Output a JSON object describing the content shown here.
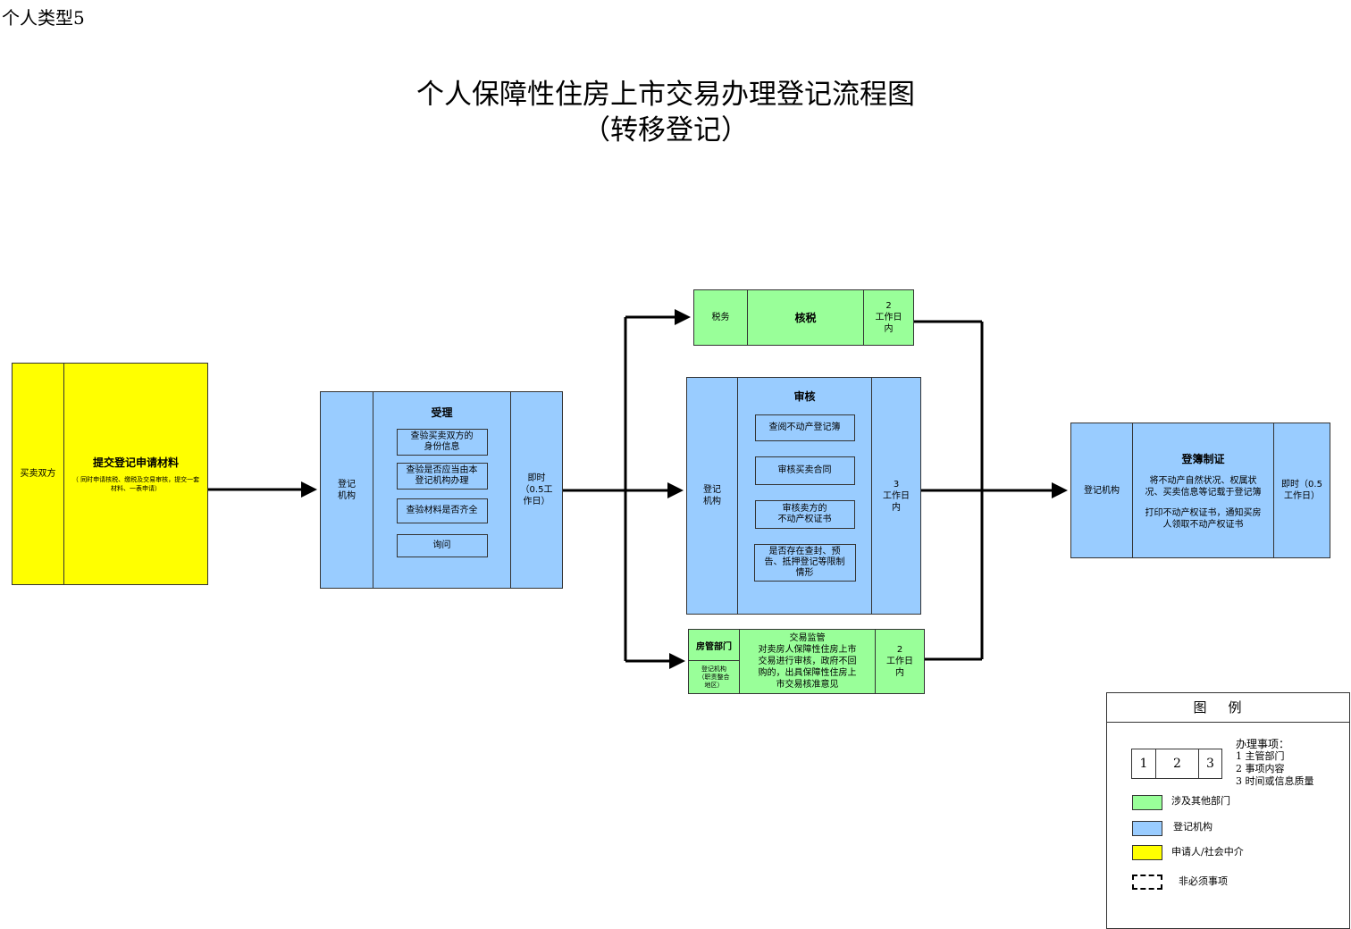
{
  "doc_label": "个人类型5",
  "title": "个人保障性住房上市交易办理登记流程图",
  "subtitle": "（转移登记）",
  "step1": {
    "col1": "买卖双方",
    "title": "提交登记申请材料",
    "note": "（ 同时申请核税、缴税及交易审核，提交一套材料、一表申请）"
  },
  "step2": {
    "col1": "登记\n机构",
    "title": "受理",
    "items": [
      "查验买卖双方的\n身份信息",
      "查验是否应当由本\n登记机构办理",
      "查验材料是否齐全",
      "询问"
    ],
    "col3": "即时\n（0.5工\n作日）"
  },
  "tax": {
    "col1": "税务",
    "title": "核税",
    "col3": "2\n工作日\n内"
  },
  "review": {
    "col1": "登记\n机构",
    "title": "审核",
    "items": [
      "查阅不动产登记簿",
      "审核买卖合同",
      "审核卖方的\n不动产权证书",
      "是否存在查封、预\n告、抵押登记等限制\n情形"
    ],
    "col3": "3\n工作日\n内"
  },
  "housing": {
    "col1_top": "房管部门",
    "col1_bottom": "登记机构\n（职责整合\n地区）",
    "title": "交易监管",
    "body": "对卖房人保障性住房上市\n交易进行审核，政府不回\n购的，出具保障性住房上\n市交易核准意见",
    "col3": "2\n工作日\n内"
  },
  "final": {
    "col1": "登记机构",
    "title": "登簿制证",
    "body1": "将不动产自然状况、权属状\n况、买卖信息等记载于登记簿",
    "body2": "打印不动产权证书，通知买房\n人领取不动产权证书",
    "col3": "即时（0.5\n工作日）"
  },
  "legend": {
    "title": "图例",
    "cells": [
      "1",
      "2",
      "3"
    ],
    "heading": "办理事项：",
    "items": [
      "1 主管部门",
      "2 事项内容",
      "3 时间或信息质量"
    ],
    "green_label": "涉及其他部门",
    "blue_label": "登记机构",
    "yellow_label": "申请人/社会中介",
    "dashed_label": "非必须事项"
  },
  "colors": {
    "yellow": "#ffff00",
    "blue": "#99ccff",
    "green": "#99ff99"
  }
}
